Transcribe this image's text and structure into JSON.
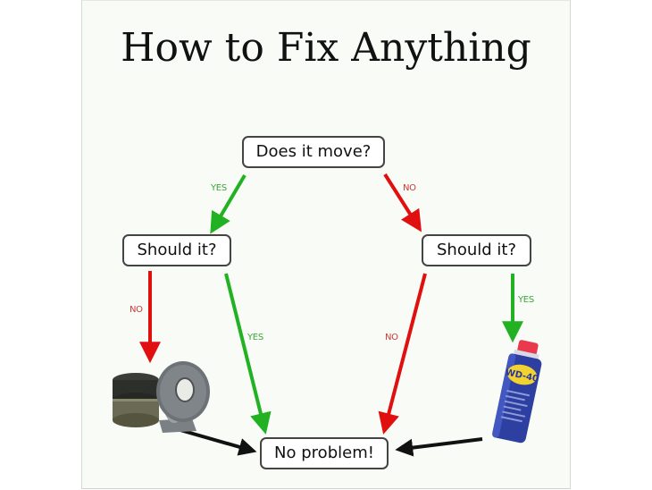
{
  "title": "How to Fix Anything",
  "colors": {
    "background": "#f8fbf6",
    "yes_arrow": "#22b122",
    "no_arrow": "#e01010",
    "final_arrow": "#111111",
    "node_border": "#444444"
  },
  "nodes": {
    "start": "Does it move?",
    "left_question": "Should it?",
    "right_question": "Should it?",
    "end": "No problem!"
  },
  "edges": {
    "start_yes": "YES",
    "start_no": "NO",
    "left_no": "NO",
    "left_yes": "YES",
    "right_no": "NO",
    "right_yes": "YES"
  },
  "images": {
    "duct_tape": "duct-tape-rolls",
    "wd40": "WD-40"
  }
}
